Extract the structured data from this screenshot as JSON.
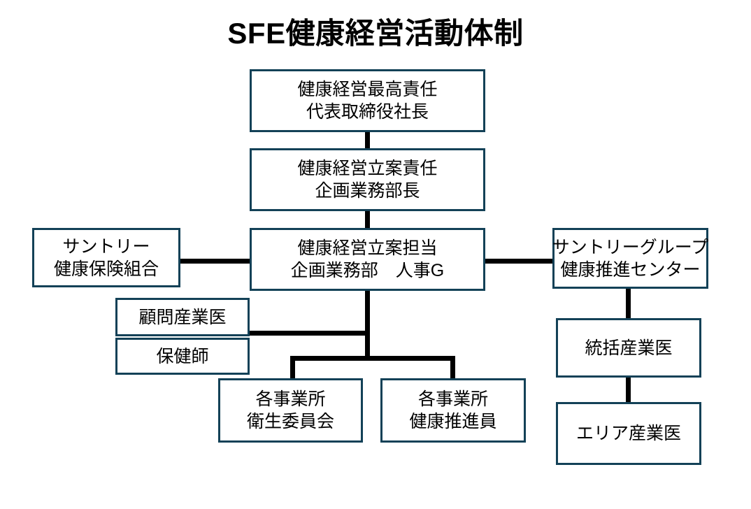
{
  "title": "SFE健康経営活動体制",
  "theme": {
    "box_border_color": "#134157",
    "connector_color": "#000000",
    "background_color": "#FFFFFF",
    "text_color": "#000000"
  },
  "nodes": {
    "ceo": {
      "line1": "健康経営最高責任",
      "line2": "代表取締役社長"
    },
    "planning_lead": {
      "line1": "健康経営立案責任",
      "line2": "企画業務部長"
    },
    "planning_staff": {
      "line1": "健康経営立案担当",
      "line2": "企画業務部　人事G"
    },
    "health_insurance": {
      "line1": "サントリー",
      "line2": "健康保険組合"
    },
    "group_center": {
      "line1": "サントリーグループ",
      "line2": "健康推進センター"
    },
    "advisory_doctor": {
      "line1": "顧問産業医",
      "line2": ""
    },
    "public_health_nurse": {
      "line1": "保健師",
      "line2": ""
    },
    "safety_committee": {
      "line1": "各事業所",
      "line2": "衛生委員会"
    },
    "health_promoter": {
      "line1": "各事業所",
      "line2": "健康推進員"
    },
    "chief_doctor": {
      "line1": "統括産業医",
      "line2": ""
    },
    "area_doctor": {
      "line1": "エリア産業医",
      "line2": ""
    }
  },
  "connections": [
    {
      "name": "ceo-to-planning-lead",
      "from": "ceo",
      "to": "planning_lead"
    },
    {
      "name": "planning-lead-to-planning-staff",
      "from": "planning_lead",
      "to": "planning_staff"
    },
    {
      "name": "health-insurance-to-planning-staff",
      "from": "health_insurance",
      "to": "planning_staff"
    },
    {
      "name": "planning-staff-to-group-center",
      "from": "planning_staff",
      "to": "group_center"
    },
    {
      "name": "planning-staff-to-advisory-doctor",
      "from": "planning_staff",
      "to": "advisory_doctor"
    },
    {
      "name": "planning-staff-to-safety-committee",
      "from": "planning_staff",
      "to": "safety_committee"
    },
    {
      "name": "planning-staff-to-health-promoter",
      "from": "planning_staff",
      "to": "health_promoter"
    },
    {
      "name": "group-center-to-chief-doctor",
      "from": "group_center",
      "to": "chief_doctor"
    },
    {
      "name": "chief-doctor-to-area-doctor",
      "from": "chief_doctor",
      "to": "area_doctor"
    }
  ]
}
